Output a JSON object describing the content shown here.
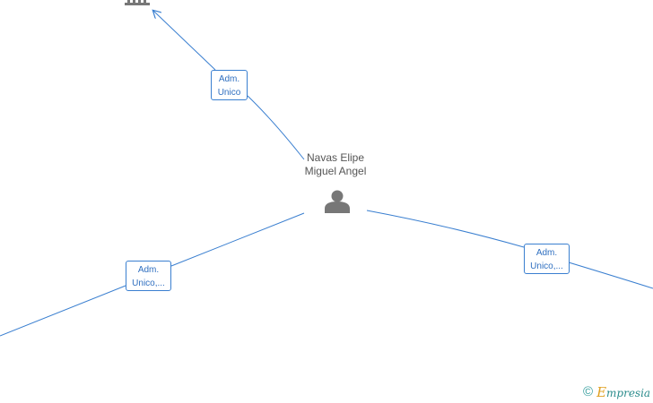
{
  "center_person": {
    "name_line1": "Navas Elipe",
    "name_line2": "Miguel Angel",
    "icon": "person-icon"
  },
  "relations": [
    {
      "line1": "Adm.",
      "line2": "Unico",
      "target_icon": "building-icon"
    },
    {
      "line1": "Adm.",
      "line2": "Unico,..."
    },
    {
      "line1": "Adm.",
      "line2": "Unico,..."
    }
  ],
  "brand": {
    "copyright": "©",
    "initial": "E",
    "rest": "mpresia"
  },
  "colors": {
    "edge": "#3a7fd0",
    "node_icon": "#777777",
    "text": "#555555",
    "brand_teal": "#2b8c8c",
    "brand_orange": "#e0a020"
  }
}
